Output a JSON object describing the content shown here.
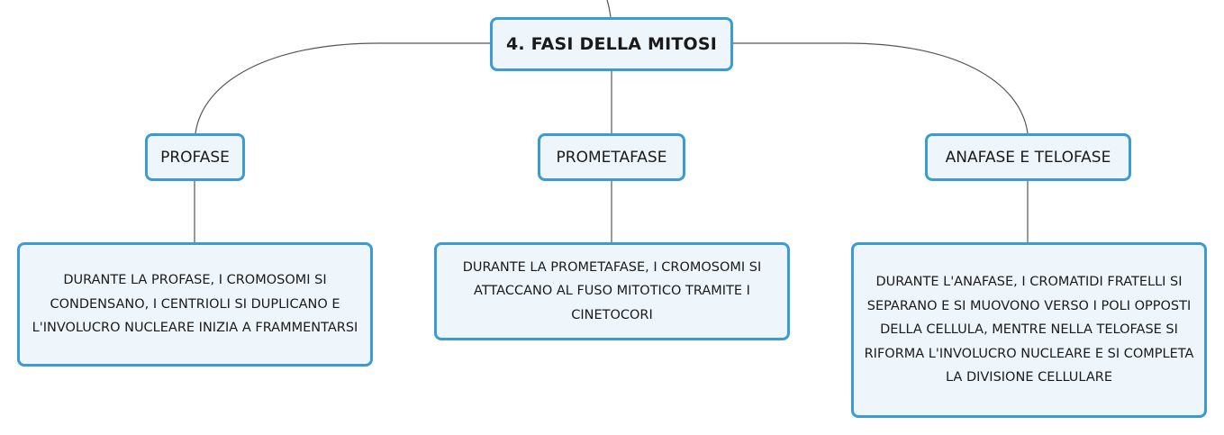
{
  "map": {
    "central_topic": "4. FASI DELLA MITOSI",
    "phases": [
      {
        "title": "PROFASE",
        "description": "DURANTE LA PROFASE, I CROMOSOMI SI CONDENSANO, I CENTRIOLI SI DUPLICANO E L'INVOLUCRO NUCLEARE INIZIA A FRAMMENTARSI"
      },
      {
        "title": "PROMETAFASE",
        "description": "DURANTE LA PROMETAFASE, I CROMOSOMI SI ATTACCANO AL FUSO MITOTICO TRAMITE I CINETOCORI"
      },
      {
        "title": "ANAFASE E TELOFASE",
        "description": "DURANTE L'ANAFASE, I CROMATIDI FRATELLI SI SEPARANO E SI MUOVONO VERSO I POLI OPPOSTI DELLA CELLULA, MENTRE NELLA TELOFASE SI RIFORMA L'INVOLUCRO NUCLEARE E SI COMPLETA LA DIVISIONE CELLULARE"
      }
    ]
  },
  "colors": {
    "node_border": "#3b9bd8",
    "node_fill": "#eef6fc",
    "connector": "#555555"
  }
}
